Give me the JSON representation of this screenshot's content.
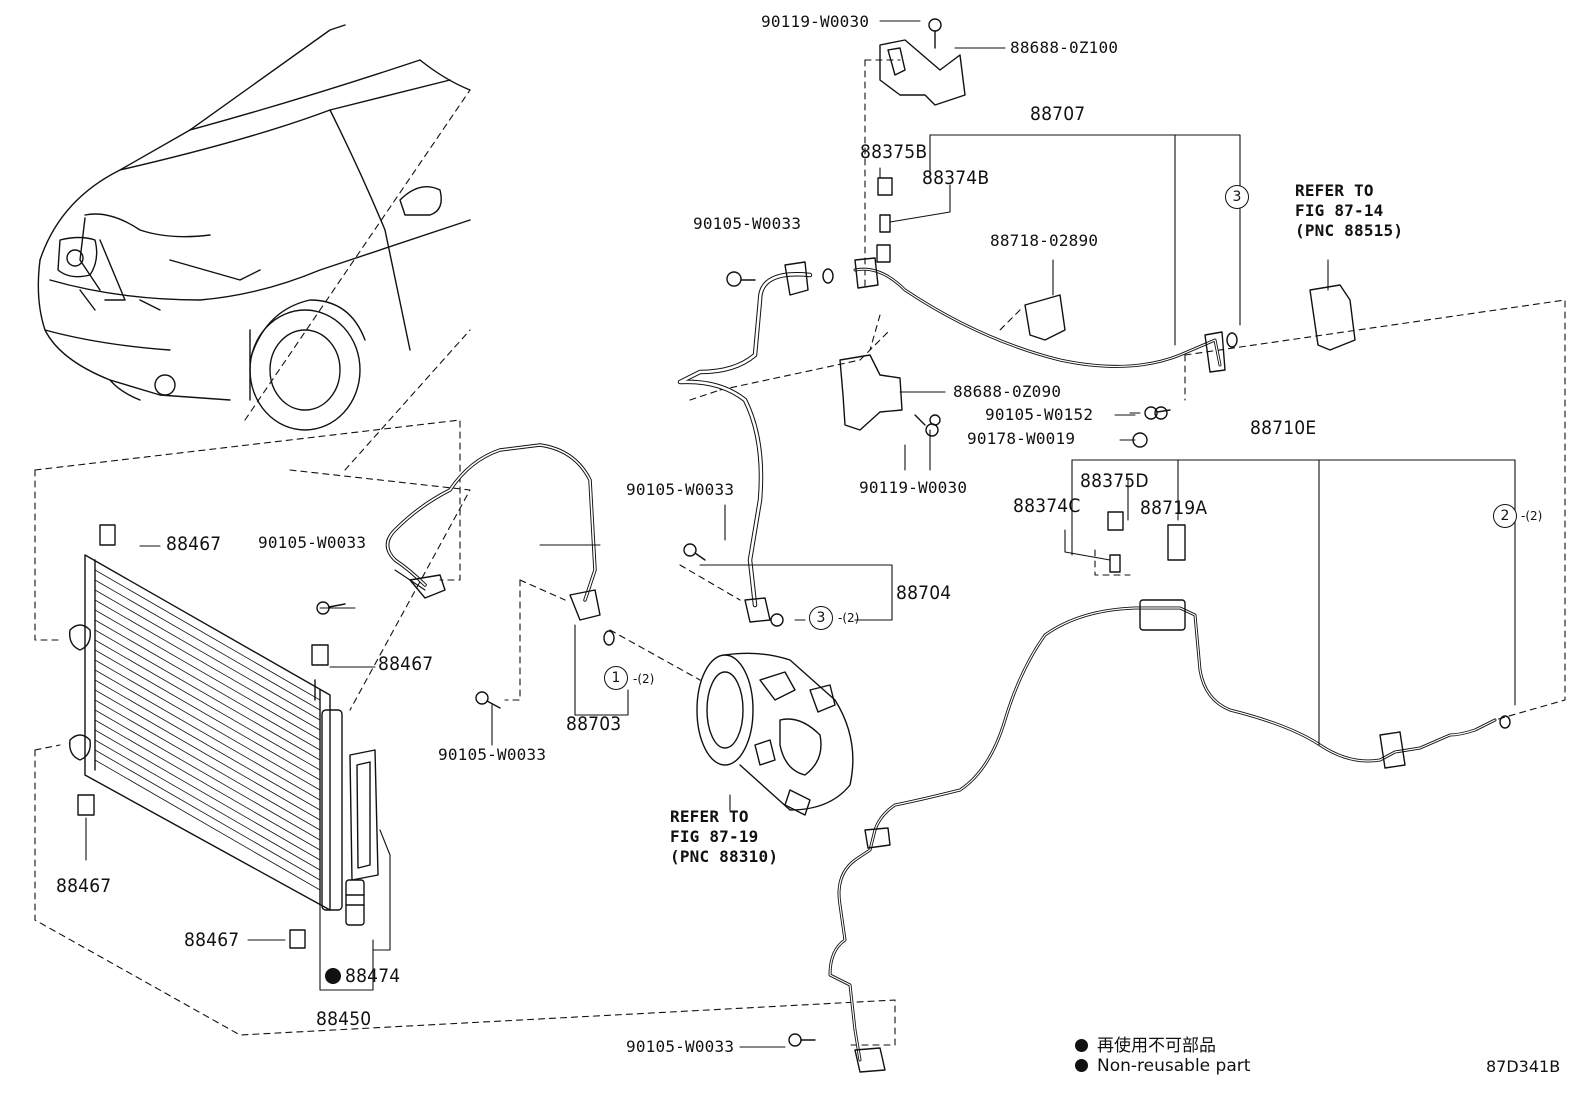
{
  "parts": {
    "p90119_top": "90119-W0030",
    "p88688_0z100": "88688-0Z100",
    "p88707": "88707",
    "p88375B": "88375B",
    "p88374B": "88374B",
    "p90105_a": "90105-W0033",
    "p88718": "88718-02890",
    "p88688_0z090": "88688-0Z090",
    "p90105_w0152": "90105-W0152",
    "p90178": "90178-W0019",
    "p88710E": "88710E",
    "p88375D": "88375D",
    "p88374C": "88374C",
    "p88719A": "88719A",
    "p90119_mid": "90119-W0030",
    "p90105_b": "90105-W0033",
    "p88704": "88704",
    "p88467_a": "88467",
    "p90105_c": "90105-W0033",
    "p88467_b": "88467",
    "p88703": "88703",
    "p90105_d": "90105-W0033",
    "p88467_c": "88467",
    "p88467_d": "88467",
    "p88474": "88474",
    "p88450": "88450",
    "p90105_e": "90105-W0033"
  },
  "refs": {
    "ref_87_14": "REFER TO\nFIG 87-14\n(PNC 88515)",
    "ref_87_19": "REFER TO\nFIG 87-19\n(PNC 88310)"
  },
  "circles": {
    "c3_top": "3",
    "c2_right": "2",
    "c3_mid": "3",
    "c1_left": "1"
  },
  "qty": {
    "q2_right": "-(2)",
    "q3_mid": "-(2)",
    "q1_left": "-(2)"
  },
  "legend": {
    "line_cn": "再使用不可部品",
    "line_en": "Non-reusable part"
  },
  "figure_code": "87D341B"
}
